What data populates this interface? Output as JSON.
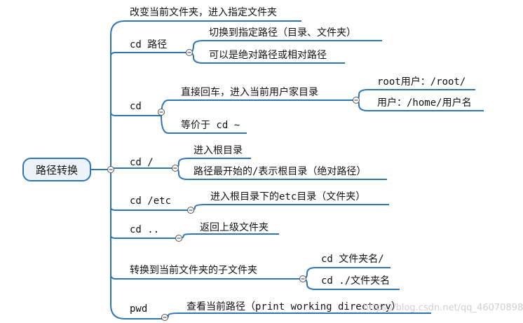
{
  "root": {
    "label": "路径转换"
  },
  "branches": [
    {
      "label": "改变当前文件夹，进入指定文件夹",
      "children": []
    },
    {
      "label": "cd 路径",
      "children": [
        "切换到指定路径（目录、文件夹）",
        "可以是绝对路径或相对路径"
      ]
    },
    {
      "label": "cd",
      "children": [
        {
          "label": "直接回车，进入当前用户家目录",
          "children": [
            "root用户：/root/",
            "用户：/home/用户名"
          ]
        },
        {
          "label": "等价于 cd ~",
          "children": []
        }
      ]
    },
    {
      "label": "cd /",
      "children": [
        "进入根目录",
        "路径最开始的/表示根目录（绝对路径）"
      ]
    },
    {
      "label": "cd /etc",
      "children": [
        "进入根目录下的etc目录（文件夹）"
      ]
    },
    {
      "label": "cd ..",
      "children": [
        "返回上级文件夹"
      ]
    },
    {
      "label": "转换到当前文件夹的子文件夹",
      "children": [
        "cd 文件夹名/",
        "cd ./文件夹名"
      ]
    },
    {
      "label": "pwd",
      "children": [
        "查看当前路径（print working directory）"
      ]
    }
  ],
  "watermark": "https://blog.csdn.net/qq_46070898",
  "colors": {
    "line": "#2e75b6",
    "root_fill": "#ecf3fa"
  }
}
